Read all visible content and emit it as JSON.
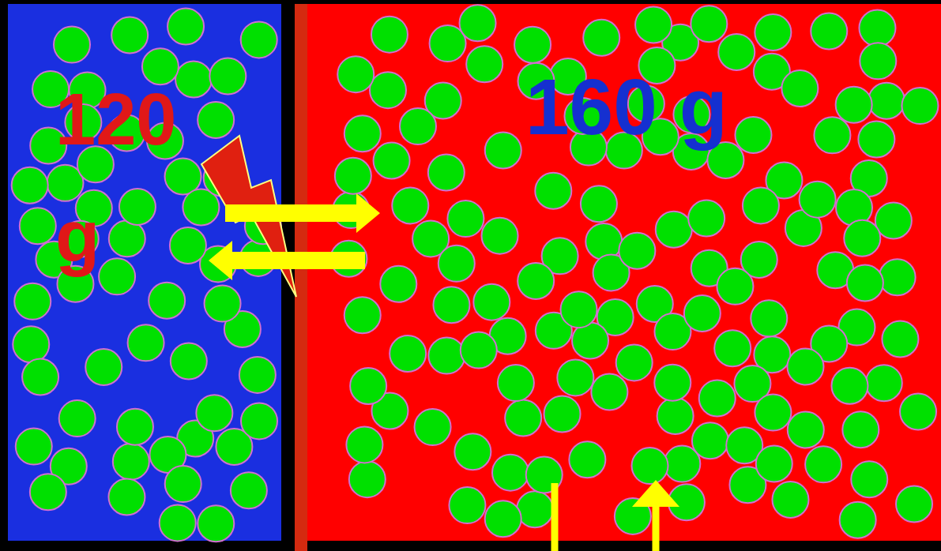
{
  "diagram": {
    "nodes": [
      {
        "text": [
          "120 g"
        ]
      },
      {
        "text": [
          "160 g"
        ]
      }
    ],
    "edges": [
      {
        "from": 0,
        "to": 1,
        "arrow": "to"
      },
      {
        "from": 1,
        "to": 0,
        "arrow": "to"
      }
    ]
  }
}
